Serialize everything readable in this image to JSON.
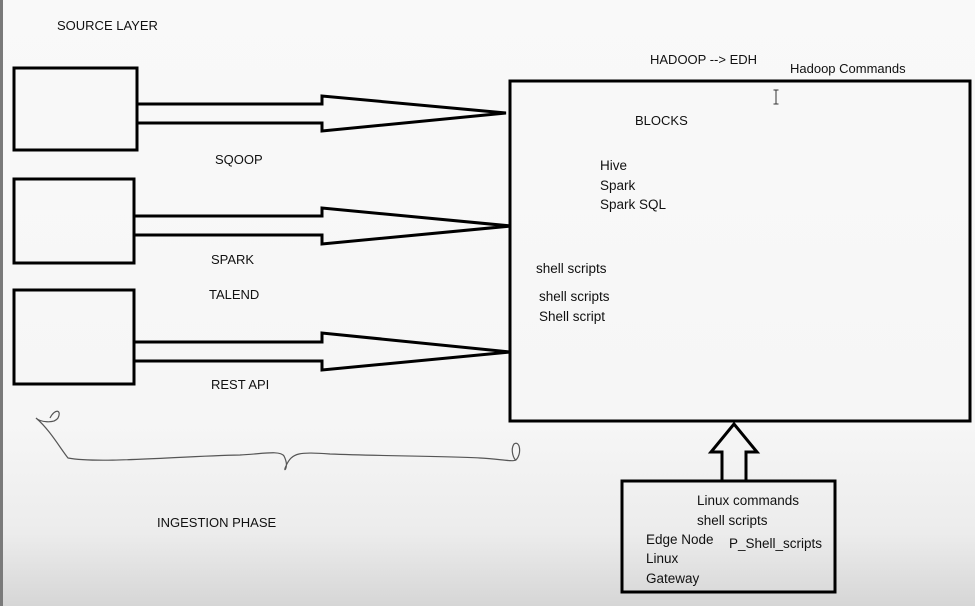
{
  "source_layer": {
    "title": "SOURCE LAYER"
  },
  "ingestion": {
    "sqoop": "SQOOP",
    "spark": "SPARK",
    "talend": "TALEND",
    "rest_api": "REST API",
    "phase_label": "INGESTION PHASE"
  },
  "edh": {
    "title": "HADOOP --> EDH",
    "commands": "Hadoop Commands",
    "blocks": "BLOCKS",
    "tools": [
      "Hive",
      "Spark",
      "Spark SQL"
    ],
    "scripts": [
      "shell scripts",
      "shell scripts",
      "Shell script"
    ]
  },
  "edge": {
    "lines": [
      "Linux commands",
      "shell scripts",
      "Edge Node",
      "Linux",
      "Gateway",
      "P_Shell_scripts"
    ]
  },
  "icons": {
    "cursor": "text-cursor-icon"
  },
  "colors": {
    "stroke": "#000000",
    "background": "#f7f7f7",
    "sketch": "#555555"
  }
}
